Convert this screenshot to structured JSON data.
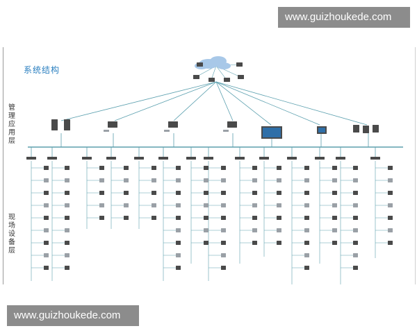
{
  "watermark": {
    "text": "www.guizhoukede.com"
  },
  "diagram": {
    "title": "系统结构",
    "layers": {
      "management": "管理应用层",
      "field": "现场设备层"
    },
    "colors": {
      "title": "#2a7fc0",
      "line": "#5a9fae",
      "bus": "#3c8c9c",
      "device": "#4a4a4a",
      "device_light": "#9aa0a6",
      "monitor_screen": "#2f6fa8",
      "cloud": "#a8c8e8"
    },
    "icons": [
      "cloud-icon",
      "server-icon",
      "workstation-icon",
      "video-wall-icon",
      "monitor-icon",
      "mobile-device-icon",
      "switch-icon",
      "camera-icon",
      "controller-icon",
      "sensor-icon"
    ]
  }
}
